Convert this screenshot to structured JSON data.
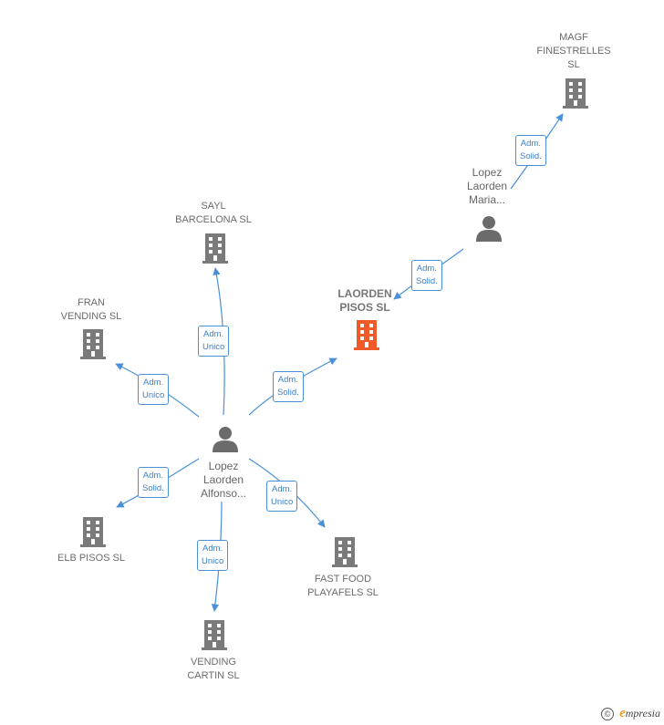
{
  "colors": {
    "accent": "#4a90d9",
    "main_company": "#f05a28",
    "company": "#7a7a7a",
    "person": "#6b6b6b"
  },
  "companies": {
    "magf": {
      "lines": [
        "MAGF",
        "FINESTRELLES",
        "SL"
      ]
    },
    "sayl": {
      "lines": [
        "SAYL",
        "BARCELONA SL"
      ]
    },
    "laorden": {
      "lines": [
        "LAORDEN",
        "PISOS SL"
      ]
    },
    "fran": {
      "lines": [
        "FRAN",
        "VENDING SL"
      ]
    },
    "elb": {
      "lines": [
        "ELB PISOS SL"
      ]
    },
    "fastfood": {
      "lines": [
        "FAST FOOD",
        "PLAYAFELS SL"
      ]
    },
    "vending": {
      "lines": [
        "VENDING",
        "CARTIN SL"
      ]
    }
  },
  "persons": {
    "maria": {
      "lines": [
        "Lopez",
        "Laorden",
        "Maria..."
      ]
    },
    "alfonso": {
      "lines": [
        "Lopez",
        "Laorden",
        "Alfonso..."
      ]
    }
  },
  "relations": {
    "maria_magf": [
      "Adm.",
      "Solid."
    ],
    "maria_laorden": [
      "Adm.",
      "Solid."
    ],
    "alfonso_sayl": [
      "Adm.",
      "Unico"
    ],
    "alfonso_laorden": [
      "Adm.",
      "Solid."
    ],
    "alfonso_fran": [
      "Adm.",
      "Unico"
    ],
    "alfonso_elb": [
      "Adm.",
      "Solid."
    ],
    "alfonso_fastfood": [
      "Adm.",
      "Unico"
    ],
    "alfonso_vending": [
      "Adm.",
      "Unico"
    ]
  },
  "footer": {
    "copyright": "©",
    "brand_e": "e",
    "brand_rest": "mpresia"
  }
}
